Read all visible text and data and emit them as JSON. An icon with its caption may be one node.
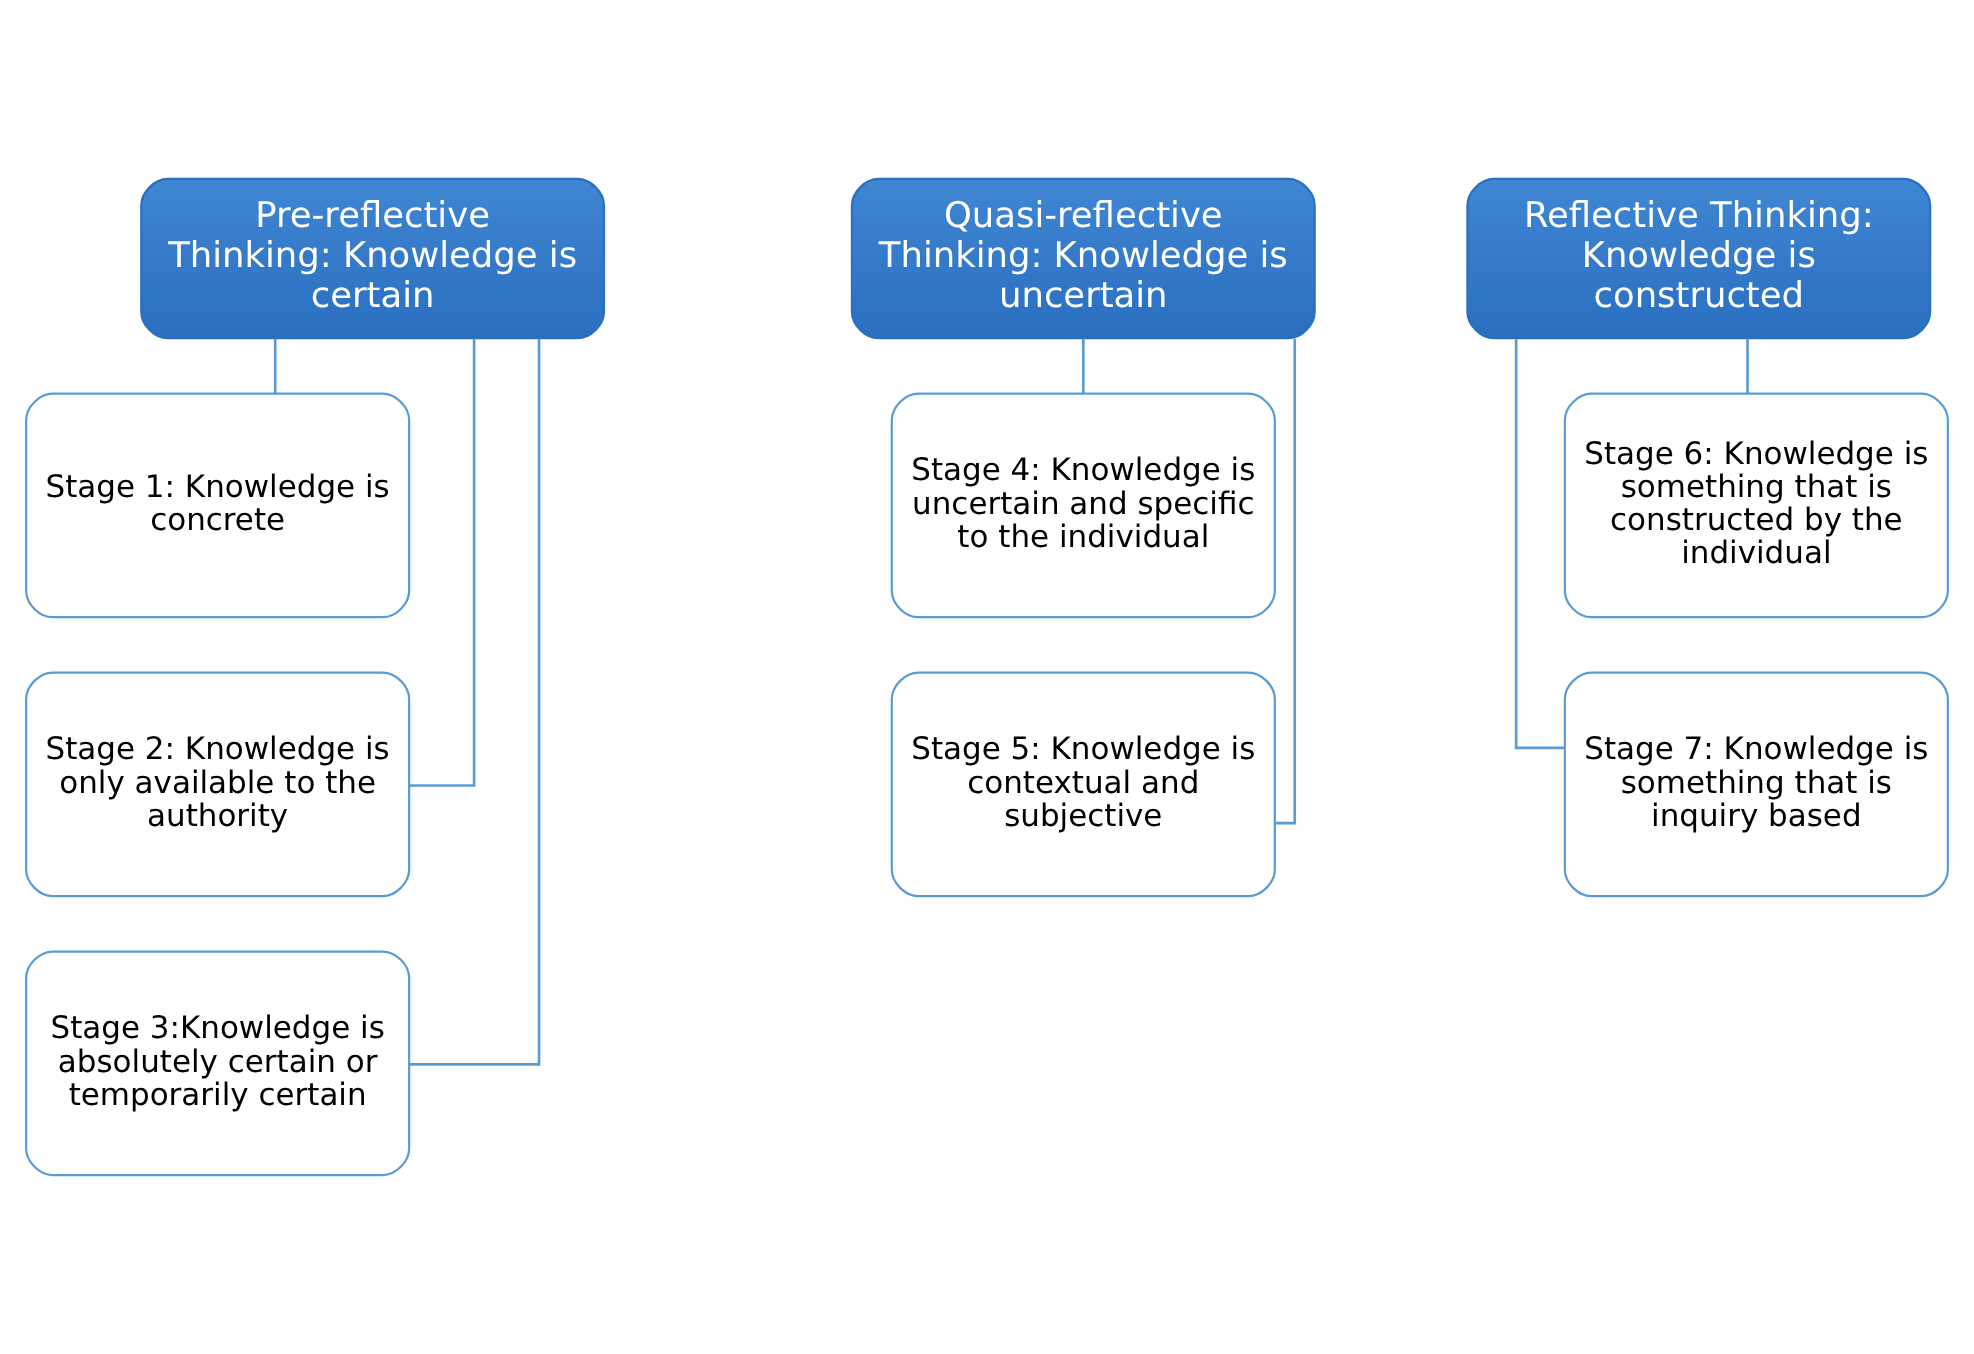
{
  "diagram": {
    "nodes": [
      {
        "text": [
          "Pre-reflective Thinking: Knowledge is certain"
        ]
      },
      {
        "text": [
          "Stage 1: Knowledge is concrete"
        ]
      },
      {
        "text": [
          "Stage 2: Knowledge is only available to the authority"
        ]
      },
      {
        "text": [
          "Stage 3:Knowledge is absolutely certain or temporarily certain"
        ]
      },
      {
        "text": [
          "Quasi-reflective Thinking: Knowledge is uncertain"
        ]
      },
      {
        "text": [
          "Stage 4: Knowledge is uncertain and specific to the individual"
        ]
      },
      {
        "text": [
          "Stage 5: Knowledge is contextual and subjective"
        ]
      },
      {
        "text": [
          "Reflective Thinking: Knowledge is constructed"
        ]
      },
      {
        "text": [
          "Stage 6: Knowledge is something that is constructed by the individual"
        ]
      },
      {
        "text": [
          "Stage 7: Knowledge is something that is inquiry based"
        ]
      }
    ],
    "edges": [
      {
        "from": 0,
        "to": 1,
        "arrow": "none"
      },
      {
        "from": 0,
        "to": 2,
        "arrow": "none"
      },
      {
        "from": 0,
        "to": 3,
        "arrow": "none"
      },
      {
        "from": 4,
        "to": 5,
        "arrow": "none"
      },
      {
        "from": 4,
        "to": 6,
        "arrow": "none"
      },
      {
        "from": 7,
        "to": 8,
        "arrow": "none"
      },
      {
        "from": 7,
        "to": 9,
        "arrow": "none"
      }
    ]
  }
}
